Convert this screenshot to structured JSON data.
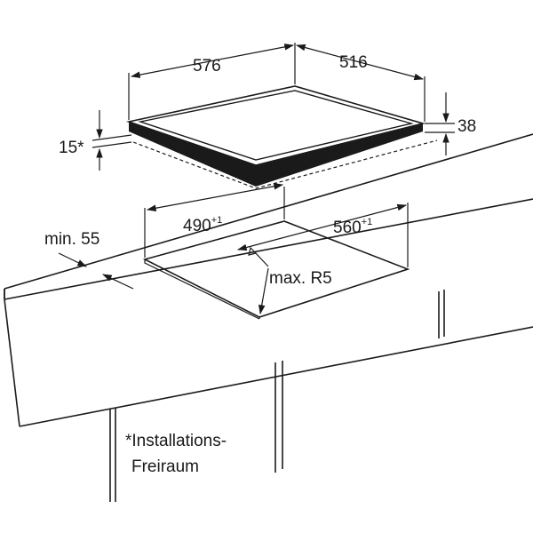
{
  "dimensions": {
    "hob_width": "576",
    "hob_depth": "516",
    "hob_height": "38",
    "clearance": "15*",
    "cutout_width": "490",
    "cutout_width_tol": "+1",
    "cutout_depth": "560",
    "cutout_depth_tol": "+1",
    "min_edge": "min. 55",
    "corner_radius": "max. R5"
  },
  "footnote": {
    "line1": "*Installations-",
    "line2": "Freiraum"
  }
}
